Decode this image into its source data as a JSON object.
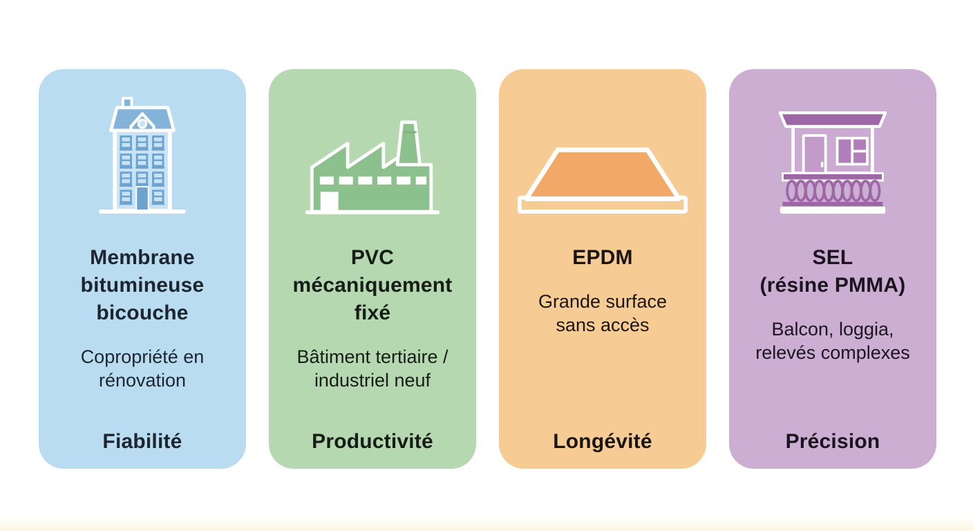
{
  "page": {
    "background": "#FFFFFF",
    "bottom_strip_color": "#FCF7E4",
    "text_color": "#1C222C"
  },
  "cards": [
    {
      "name": "membrane-bitumineuse",
      "background": "#B9DCF0",
      "icon": "apartment-building-icon",
      "icon_accent": "#7FB0D6",
      "icon_light": "#C7E3F5",
      "title": "Membrane\nbitumineuse\nbicouche",
      "subtitle": "Copropriété en\nrénovation",
      "keyword": "Fiabilité"
    },
    {
      "name": "pvc-mecaniquement-fixe",
      "background": "#B6D8B0",
      "icon": "factory-icon",
      "icon_accent": "#8CC08D",
      "title": "PVC\nmécaniquement\nfixé",
      "subtitle": "Bâtiment tertiaire /\nindustriel neuf",
      "keyword": "Productivité"
    },
    {
      "name": "epdm",
      "background": "#F7CB94",
      "icon": "flat-roof-icon",
      "icon_accent": "#F2A967",
      "title": "EPDM",
      "subtitle": "Grande surface\nsans accès",
      "keyword": "Longévité"
    },
    {
      "name": "sel-resine-pmma",
      "background": "#CCAED2",
      "icon": "balcony-icon",
      "icon_accent": "#9D66A5",
      "title": "SEL\n(résine PMMA)",
      "subtitle": "Balcon, loggia,\nrelevés complexes",
      "keyword": "Précision"
    }
  ]
}
